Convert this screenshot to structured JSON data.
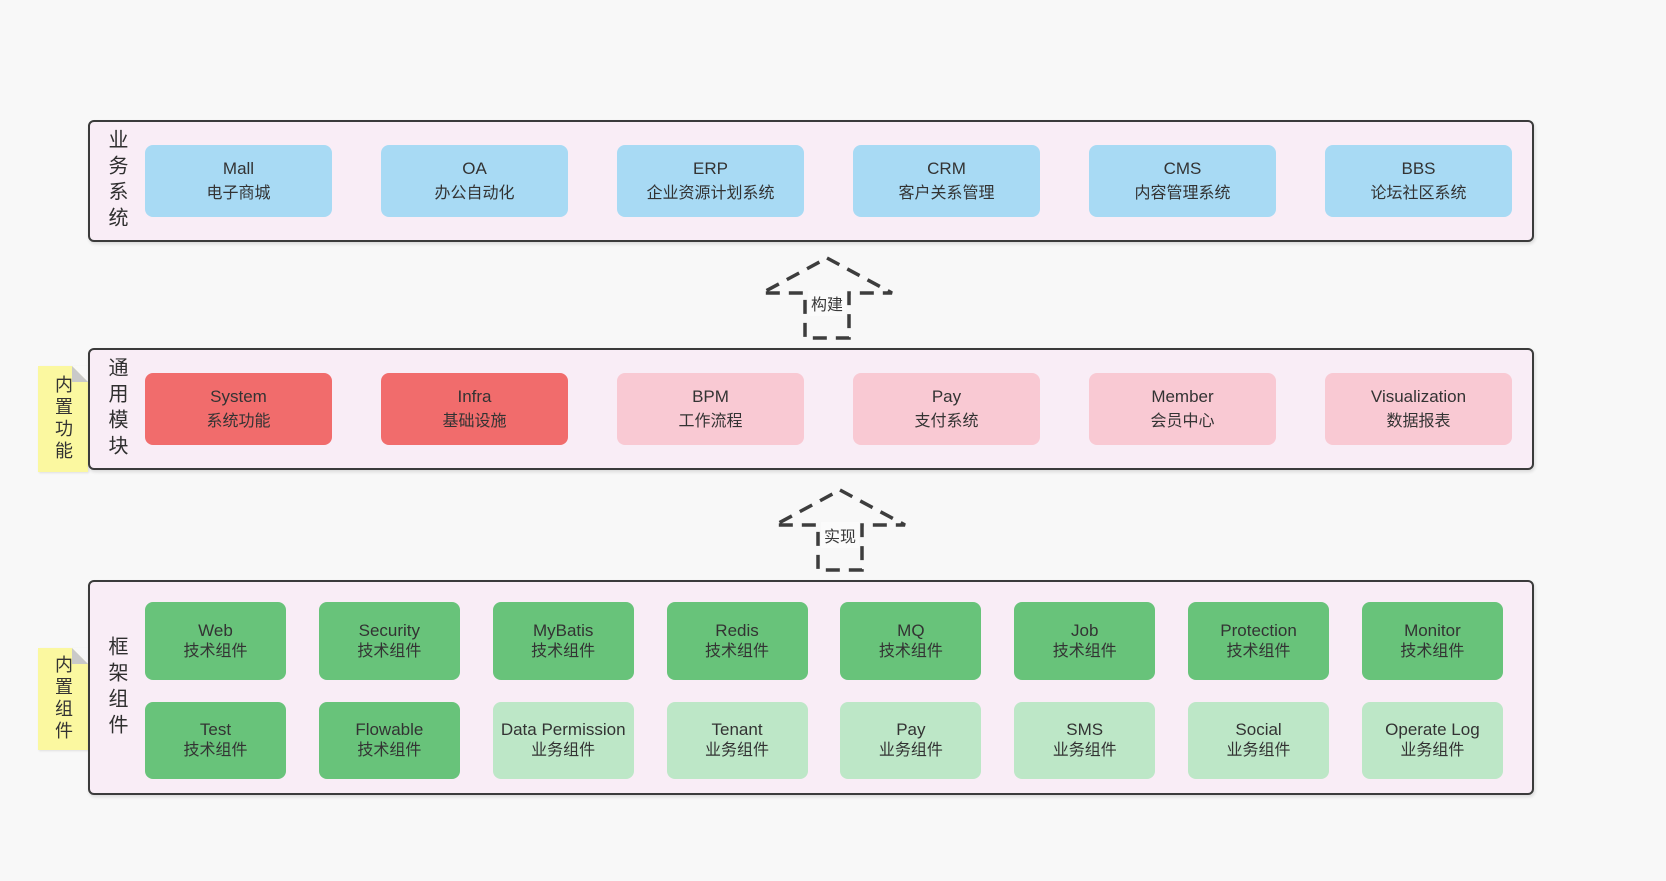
{
  "colors": {
    "page_bg": "#f8f8f8",
    "container_bg": "#f9edf6",
    "container_border": "#3b3b3b",
    "blue_box": "#a8daf4",
    "red_box": "#f16c6c",
    "pink_box": "#f9c9d3",
    "green_box": "#68c37a",
    "lightgreen_box": "#bde7c7",
    "tag_bg": "#fbf8a0",
    "tag_fold": "#c9c9c9"
  },
  "arrows": [
    {
      "label": "构建"
    },
    {
      "label": "实现"
    }
  ],
  "layers": {
    "business": {
      "label": "业务系统",
      "boxes": [
        {
          "name": "Mall",
          "desc": "电子商城",
          "variant": "blue"
        },
        {
          "name": "OA",
          "desc": "办公自动化",
          "variant": "blue"
        },
        {
          "name": "ERP",
          "desc": "企业资源计划系统",
          "variant": "blue"
        },
        {
          "name": "CRM",
          "desc": "客户关系管理",
          "variant": "blue"
        },
        {
          "name": "CMS",
          "desc": "内容管理系统",
          "variant": "blue"
        },
        {
          "name": "BBS",
          "desc": "论坛社区系统",
          "variant": "blue"
        }
      ]
    },
    "common": {
      "label": "通用模块",
      "tag": "内置功能",
      "boxes": [
        {
          "name": "System",
          "desc": "系统功能",
          "variant": "red"
        },
        {
          "name": "Infra",
          "desc": "基础设施",
          "variant": "red"
        },
        {
          "name": "BPM",
          "desc": "工作流程",
          "variant": "pink"
        },
        {
          "name": "Pay",
          "desc": "支付系统",
          "variant": "pink"
        },
        {
          "name": "Member",
          "desc": "会员中心",
          "variant": "pink"
        },
        {
          "name": "Visualization",
          "desc": "数据报表",
          "variant": "pink"
        }
      ]
    },
    "framework": {
      "label": "框架组件",
      "tag": "内置组件",
      "rows": [
        [
          {
            "name": "Web",
            "desc": "技术组件",
            "variant": "green"
          },
          {
            "name": "Security",
            "desc": "技术组件",
            "variant": "green"
          },
          {
            "name": "MyBatis",
            "desc": "技术组件",
            "variant": "green"
          },
          {
            "name": "Redis",
            "desc": "技术组件",
            "variant": "green"
          },
          {
            "name": "MQ",
            "desc": "技术组件",
            "variant": "green"
          },
          {
            "name": "Job",
            "desc": "技术组件",
            "variant": "green"
          },
          {
            "name": "Protection",
            "desc": "技术组件",
            "variant": "green"
          },
          {
            "name": "Monitor",
            "desc": "技术组件",
            "variant": "green"
          }
        ],
        [
          {
            "name": "Test",
            "desc": "技术组件",
            "variant": "green"
          },
          {
            "name": "Flowable",
            "desc": "技术组件",
            "variant": "green"
          },
          {
            "name": "Data Permission",
            "desc": "业务组件",
            "variant": "lightgreen"
          },
          {
            "name": "Tenant",
            "desc": "业务组件",
            "variant": "lightgreen"
          },
          {
            "name": "Pay",
            "desc": "业务组件",
            "variant": "lightgreen"
          },
          {
            "name": "SMS",
            "desc": "业务组件",
            "variant": "lightgreen"
          },
          {
            "name": "Social",
            "desc": "业务组件",
            "variant": "lightgreen"
          },
          {
            "name": "Operate Log",
            "desc": "业务组件",
            "variant": "lightgreen"
          }
        ]
      ]
    }
  }
}
